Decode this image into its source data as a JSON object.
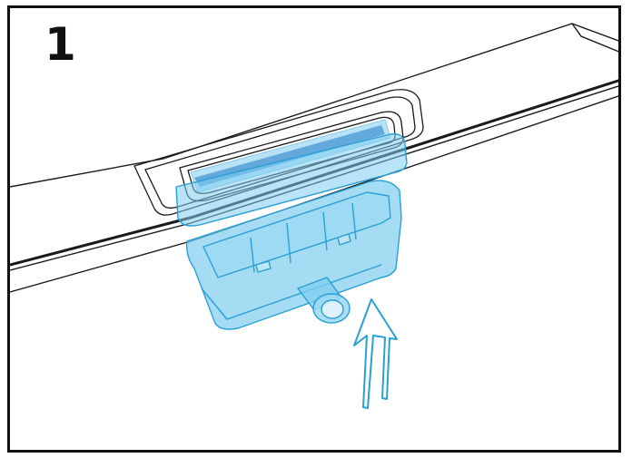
{
  "step": {
    "number": "1"
  },
  "illustration": {
    "parts": [
      "countertop-panel",
      "drain-recess",
      "drain-box",
      "outlet-pipe",
      "insert-arrow"
    ]
  },
  "colors": {
    "line": "#1a1a1a",
    "part_fill": "#7fcdf0",
    "part_stroke": "#2a9fd6",
    "channel": "#2c6fbf",
    "arrow": "#2a9fd6"
  }
}
